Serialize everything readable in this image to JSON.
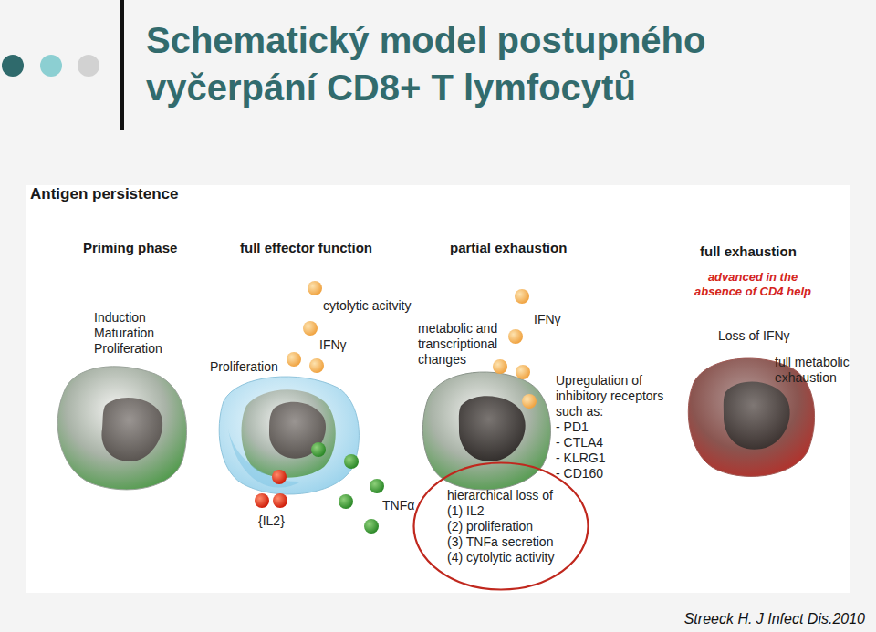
{
  "diagram": {
    "title": "Schematický model postupného vyčerpání CD8+ T lymfocytů",
    "caption": "Streeck H. J Infect Dis.2010",
    "nodes": [
      {
        "text": [
          "hierarchical loss of",
          "(1) IL2",
          "(2) proliferation",
          "(3) TNFa secretion",
          "(4) cytolytic activity"
        ]
      }
    ],
    "labels": [
      "Antigen persistence",
      "Priming phase",
      "full effector function",
      "partial exhaustion",
      "full exhaustion",
      "advanced in the absence of CD4 help",
      "Induction",
      "Maturation",
      "Proliferation",
      "cytolytic acitvity",
      "IFNγ",
      "Proliferation",
      "{IL2}",
      "TNFα",
      "metabolic and transcriptional changes",
      "IFNγ",
      "Upregulation of inhibitory receptors such as:",
      "- PD1",
      "- CTLA4",
      "- KLRG1",
      "- CD160",
      "Loss of IFNγ",
      "full metabolic exhaustion"
    ]
  }
}
